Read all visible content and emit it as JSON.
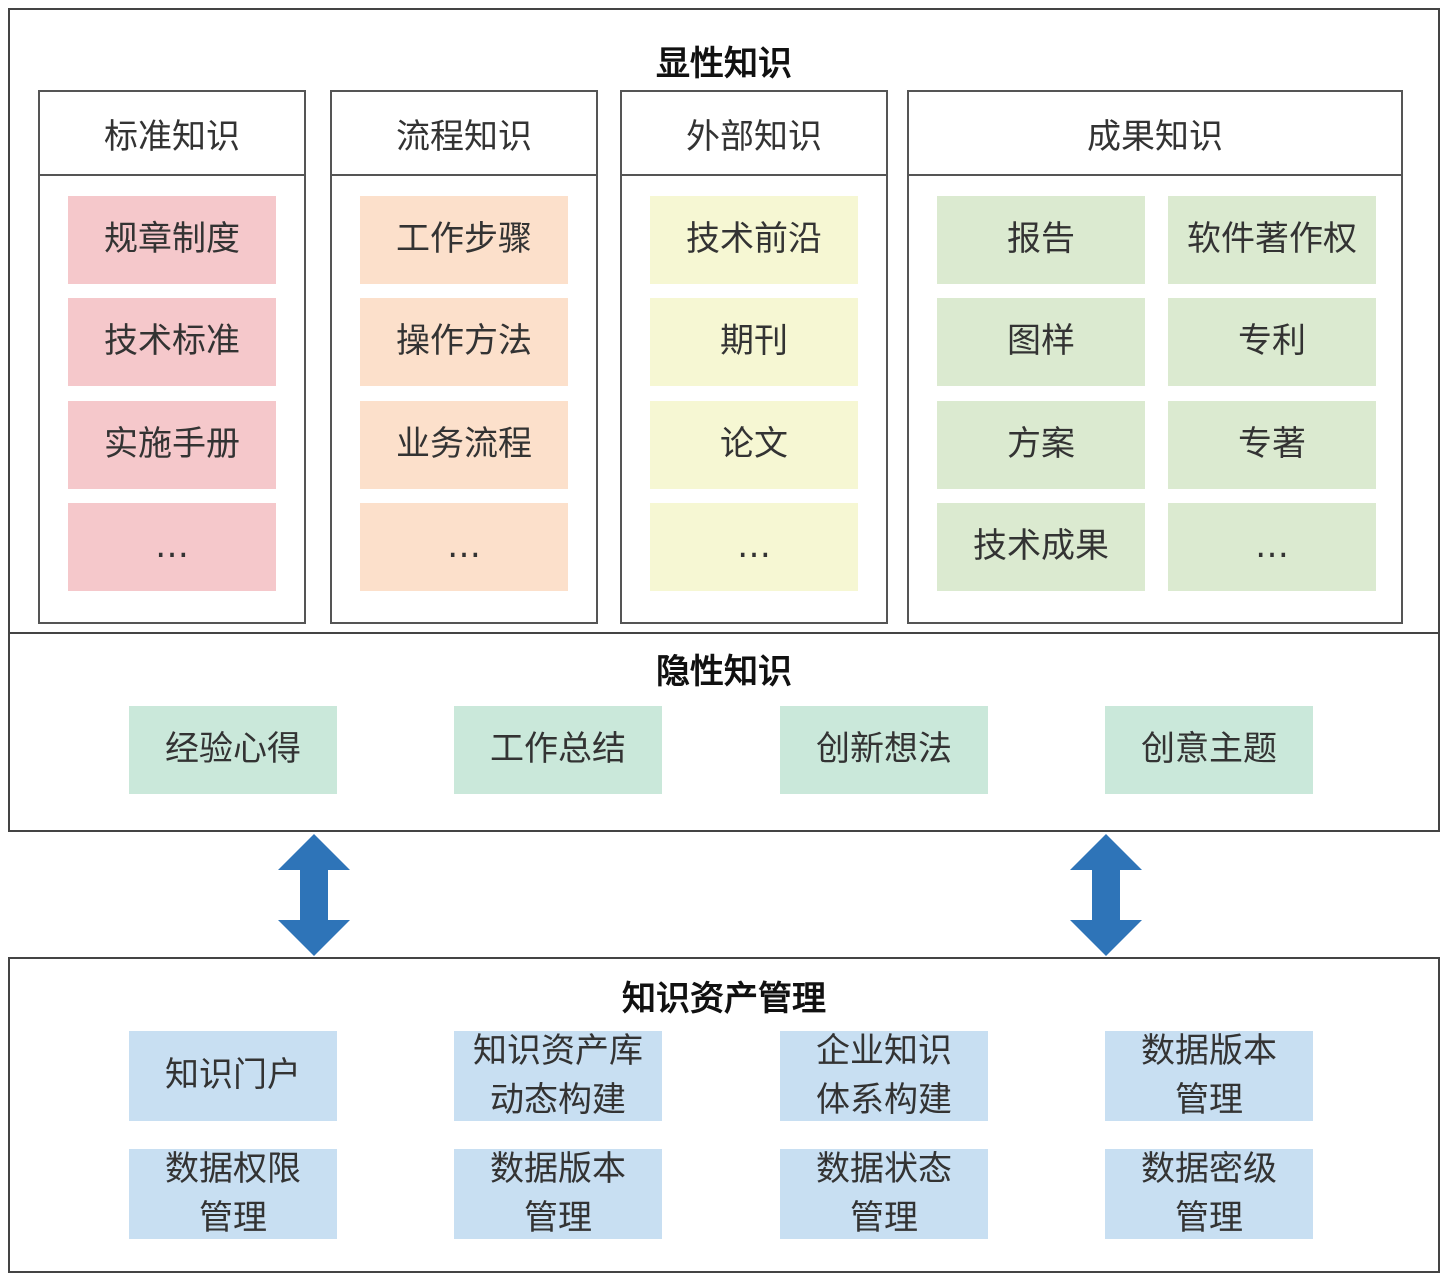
{
  "explicit": {
    "title": "显性知识",
    "columns": [
      {
        "title": "标准知识",
        "items": [
          "规章制度",
          "技术标准",
          "实施手册",
          "…"
        ]
      },
      {
        "title": "流程知识",
        "items": [
          "工作步骤",
          "操作方法",
          "业务流程",
          "…"
        ]
      },
      {
        "title": "外部知识",
        "items": [
          "技术前沿",
          "期刊",
          "论文",
          "…"
        ]
      },
      {
        "title": "成果知识",
        "items": [
          "报告",
          "软件著作权",
          "图样",
          "专利",
          "方案",
          "专著",
          "技术成果",
          "…"
        ]
      }
    ]
  },
  "tacit": {
    "title": "隐性知识",
    "items": [
      "经验心得",
      "工作总结",
      "创新想法",
      "创意主题"
    ]
  },
  "asset": {
    "title": "知识资产管理",
    "items": [
      "知识门户",
      "知识资产库\n动态构建",
      "企业知识\n体系构建",
      "数据版本\n管理",
      "数据权限\n管理",
      "数据版本\n管理",
      "数据状态\n管理",
      "数据密级\n管理"
    ]
  },
  "colors": {
    "standard": "#f5c8cb",
    "process": "#fce0cb",
    "external": "#f6f7d3",
    "result": "#dbead0",
    "tacit": "#cae8da",
    "asset": "#c8dff2",
    "arrow": "#2e74b8"
  }
}
